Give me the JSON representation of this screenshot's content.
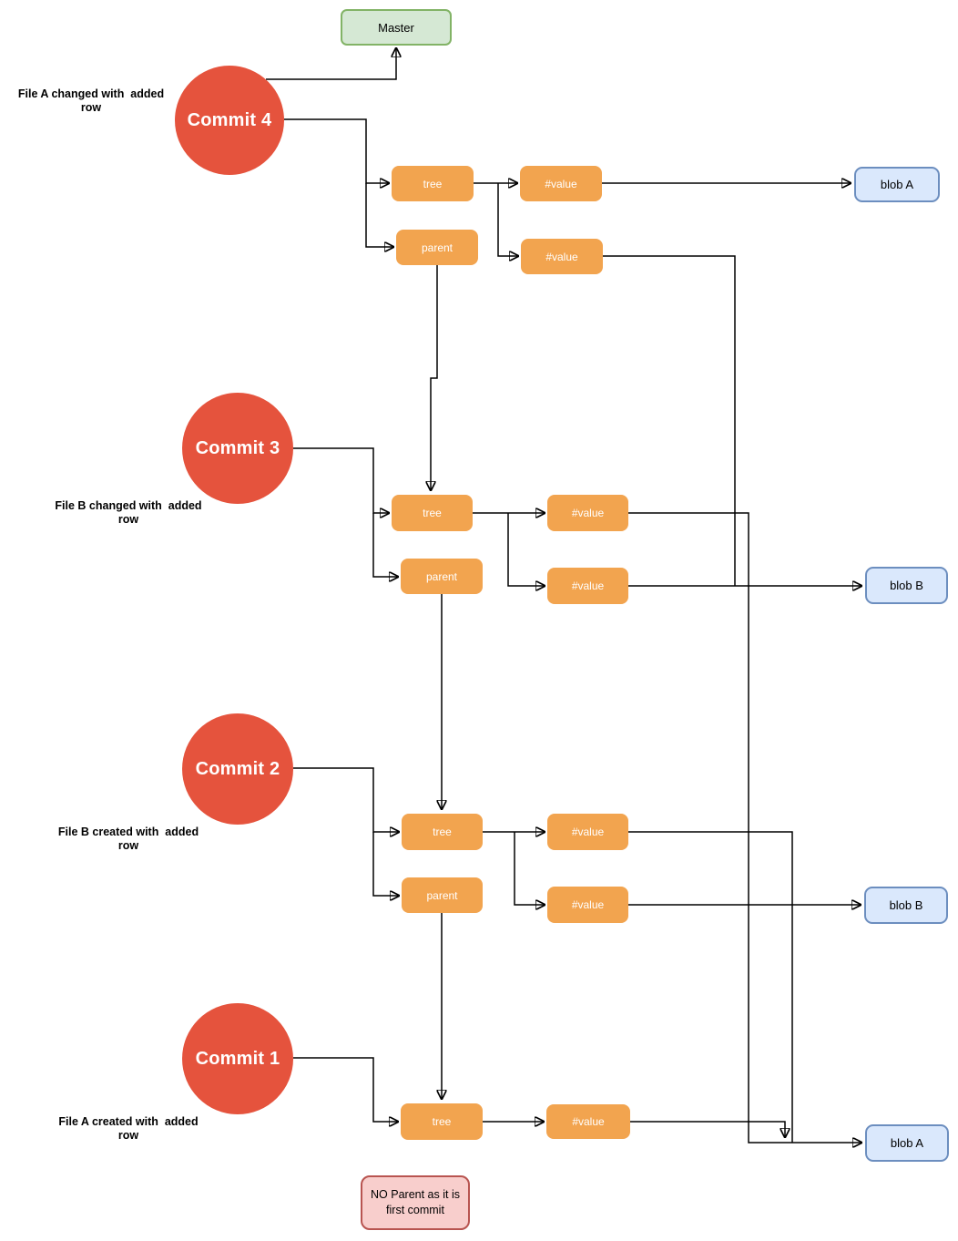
{
  "palette": {
    "commit_fill": "#e5533d",
    "object_fill": "#f2a44f",
    "branch_fill": "#d5e8d4",
    "branch_stroke": "#82b366",
    "blob_fill": "#dae8fc",
    "blob_stroke": "#6c8ebf",
    "note_fill": "#f8cecc",
    "note_stroke": "#b85450",
    "edge_color": "#000000"
  },
  "branch": {
    "label": "Master"
  },
  "commit4": {
    "label": "Commit 4",
    "annotation": "File A changed with  added\nrow",
    "tree_label": "tree",
    "parent_label": "parent",
    "value1_label": "#value",
    "value2_label": "#value",
    "blob_label": "blob A"
  },
  "commit3": {
    "label": "Commit 3",
    "annotation": "File B changed with  added\nrow",
    "tree_label": "tree",
    "parent_label": "parent",
    "value1_label": "#value",
    "value2_label": "#value",
    "blob_label": "blob B"
  },
  "commit2": {
    "label": "Commit 2",
    "annotation": "File B created with  added row",
    "tree_label": "tree",
    "parent_label": "parent",
    "value1_label": "#value",
    "value2_label": "#value",
    "blob_label": "blob B"
  },
  "commit1": {
    "label": "Commit 1",
    "annotation": "File A created with  added row",
    "tree_label": "tree",
    "value1_label": "#value",
    "blob_label": "blob A",
    "note": "NO Parent as it is\nfirst commit"
  }
}
